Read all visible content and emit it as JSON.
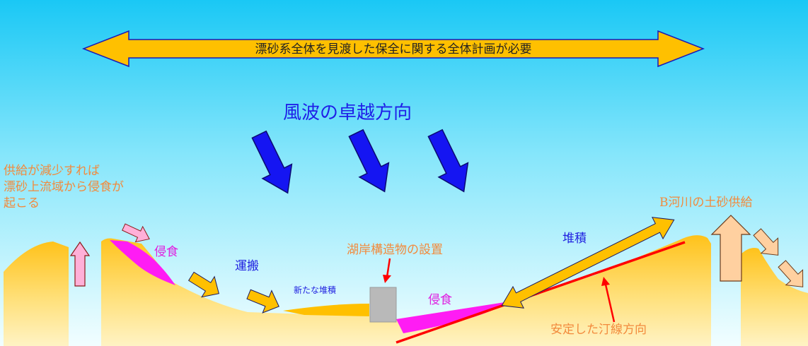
{
  "banner": {
    "text": "漂砂系全体を見渡した保全に関する全体計画が必要"
  },
  "wave_title": "風波の卓越方向",
  "labels": {
    "supply_line1": "供給が減少すれば",
    "supply_line2": "漂砂上流域から侵食が",
    "supply_line3": "起こる",
    "erosion_left": "侵食",
    "transport": "運搬",
    "new_deposition": "新たな堆積",
    "structure": "湖岸構造物の設置",
    "erosion_right": "侵食",
    "deposition": "堆積",
    "river_supply": "B河川の土砂供給",
    "stable_shoreline": "安定した汀線方向"
  },
  "colors": {
    "sky_top": "#1ac8f5",
    "sky_bottom": "#f2feff",
    "land": "#ffd24a",
    "land_light": "#ffeb9e",
    "erosion": "#ff1cf4",
    "arrow_yellow": "#ffc000",
    "arrow_blue": "#1515f2",
    "arrow_pink": "#ffb0d8",
    "arrow_peach": "#ffd0a0",
    "shoreline_red": "#ff0000",
    "text_orange": "#f28a3c",
    "text_blue": "#2020e0",
    "text_magenta": "#e020e0",
    "structure_gray": "#b9b9b9"
  }
}
